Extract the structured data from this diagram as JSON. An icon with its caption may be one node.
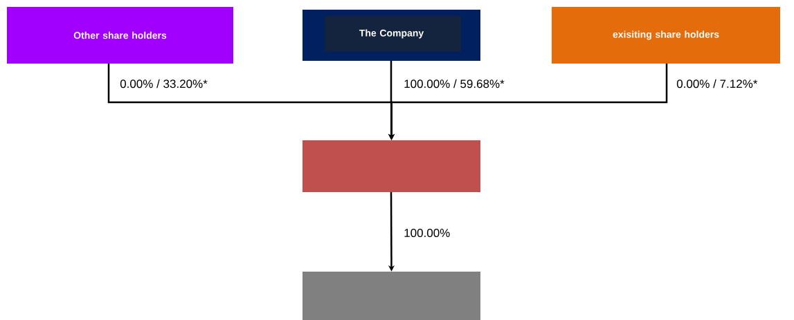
{
  "diagram": {
    "nodes": [
      {
        "text": [
          "Other share holders"
        ]
      },
      {
        "text": [
          "The Company"
        ]
      },
      {
        "text": [
          "exisiting share holders"
        ]
      },
      {
        "text": [],
        "shape": "box"
      },
      {
        "text": [],
        "shape": "box"
      }
    ],
    "edges": [
      {
        "from": 0,
        "to": 3,
        "arrow": "to",
        "label": "0.00% / 33.20%*"
      },
      {
        "from": 1,
        "to": 3,
        "arrow": "to",
        "label": "100.00% / 59.68%*"
      },
      {
        "from": 2,
        "to": 3,
        "arrow": "to",
        "label": "0.00% / 7.12%*"
      },
      {
        "from": 3,
        "to": 4,
        "arrow": "to",
        "label": "100.00%"
      }
    ]
  }
}
